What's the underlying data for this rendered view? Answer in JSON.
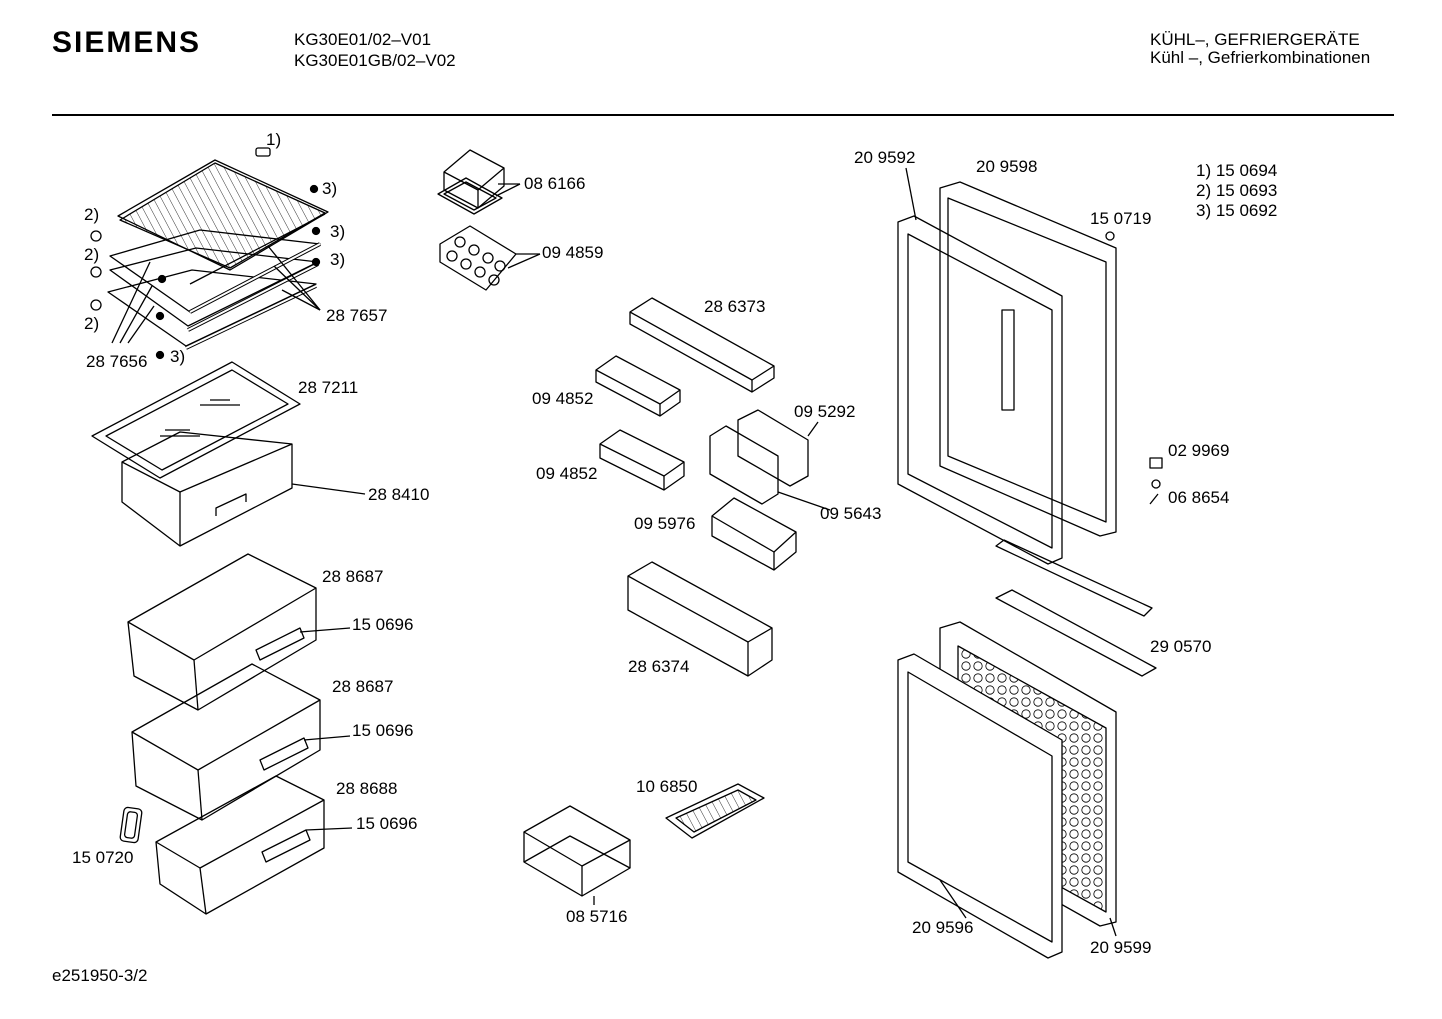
{
  "header": {
    "brand": "SIEMENS",
    "model_line_1": "KG30E01/02–V01",
    "model_line_2": "KG30E01GB/02–V02",
    "category_line_1": "KÜHL–, GEFRIERGERÄTE",
    "category_line_2": "Kühl –, Gefrierkombinationen"
  },
  "legend": {
    "line_1": "1)  15 0694",
    "line_2": "2)  15 0693",
    "line_3": "3)  15 0692"
  },
  "callouts": {
    "c1": "1)",
    "c3a": "3)",
    "c2a": "2)",
    "c3b": "3)",
    "c2b": "2)",
    "c3c": "3)",
    "c2c": "2)",
    "c3d": "3)",
    "p287656": "28 7656",
    "p287657": "28 7657",
    "p287211": "28 7211",
    "p288410": "28 8410",
    "p288687a": "28 8687",
    "p150696a": "15 0696",
    "p288687b": "28 8687",
    "p150696b": "15 0696",
    "p288688": "28 8688",
    "p150696c": "15 0696",
    "p150720": "15 0720",
    "p086166": "08 6166",
    "p094859": "09 4859",
    "p286373": "28 6373",
    "p094852a": "09 4852",
    "p095292": "09 5292",
    "p094852b": "09 4852",
    "p095643": "09 5643",
    "p095976": "09 5976",
    "p286374": "28 6374",
    "p106850": "10 6850",
    "p085716": "08 5716",
    "p209592": "20 9592",
    "p209598": "20 9598",
    "p150719": "15 0719",
    "p029969": "02 9969",
    "p068654": "06 8654",
    "p290570": "29 0570",
    "p209596": "20 9596",
    "p209599": "20 9599"
  },
  "footer": {
    "drawing_id": "e251950-3/2"
  }
}
